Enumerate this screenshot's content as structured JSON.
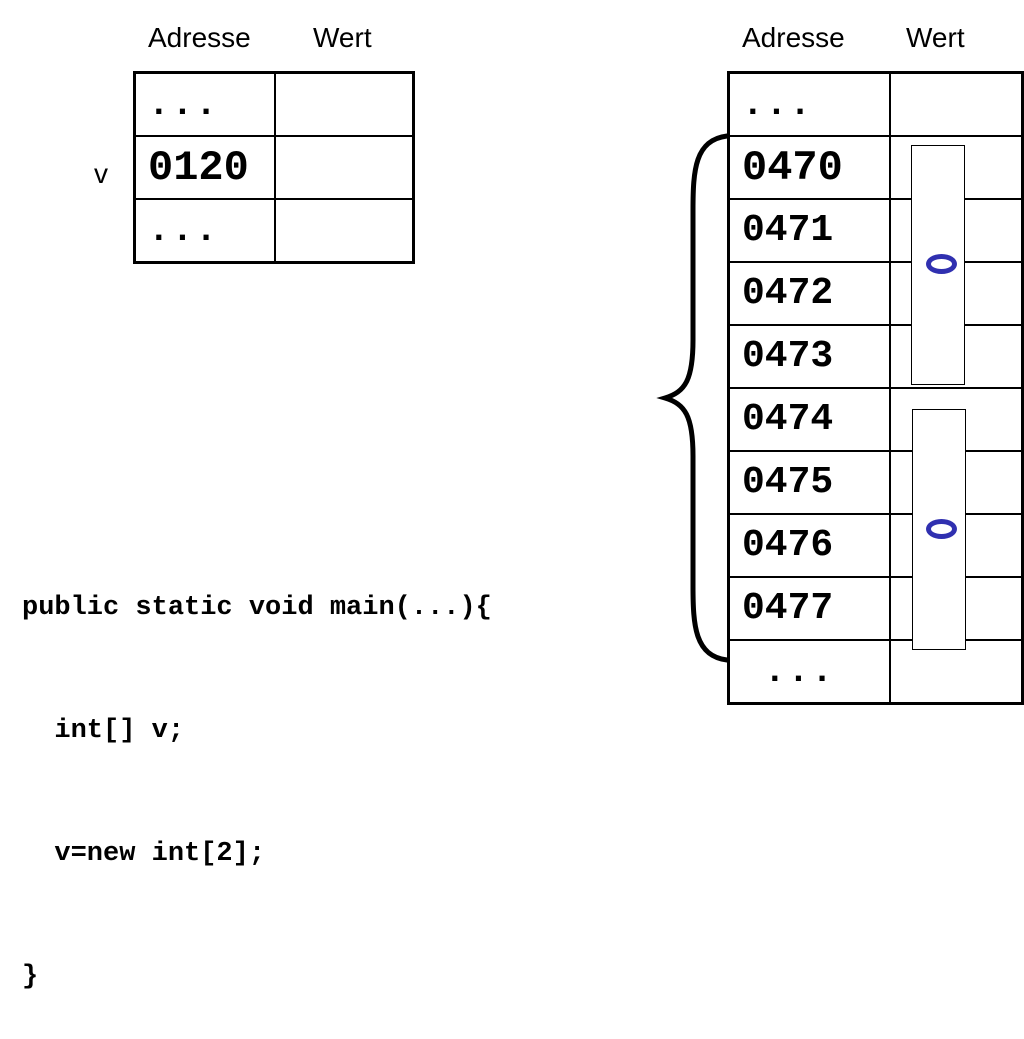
{
  "left_memory": {
    "headers": {
      "address": "Adresse",
      "value": "Wert"
    },
    "variable_label": "v",
    "rows": [
      {
        "address": "...",
        "value": ""
      },
      {
        "address": "0120",
        "value": ""
      },
      {
        "address": "...",
        "value": ""
      }
    ]
  },
  "right_memory": {
    "headers": {
      "address": "Adresse",
      "value": "Wert"
    },
    "rows": [
      {
        "address": "..."
      },
      {
        "address": "0470"
      },
      {
        "address": "0471"
      },
      {
        "address": "0472"
      },
      {
        "address": "0473"
      },
      {
        "address": "0474"
      },
      {
        "address": "0475"
      },
      {
        "address": "0476"
      },
      {
        "address": "0477"
      },
      {
        "address": "..."
      }
    ],
    "int_values": [
      "0",
      "0"
    ]
  },
  "code": {
    "lines": [
      "public static void main(...){",
      "  int[] v;",
      "  v=new int[2];",
      "}"
    ]
  },
  "colors": {
    "value_ink": "#3030b0",
    "line": "#000000"
  }
}
